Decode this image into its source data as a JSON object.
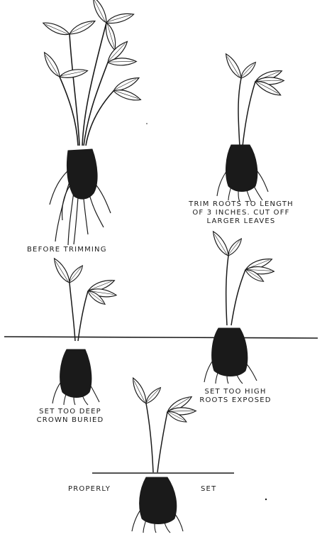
{
  "labels": {
    "before_trimming": "BEFORE TRIMMING",
    "trim_line1": "TRIM ROOTS TO LENGTH",
    "trim_line2": "OF 3 INCHES. CUT OFF",
    "trim_line3": "LARGER LEAVES",
    "too_deep_line1": "SET TOO DEEP",
    "too_deep_line2": "CROWN BURIED",
    "too_high_line1": "SET TOO HIGH",
    "too_high_line2": "ROOTS EXPOSED",
    "properly": "PROPERLY",
    "set": "SET"
  },
  "colors": {
    "ink": "#1a1a1a",
    "paper": "#ffffff"
  },
  "figures": [
    "untrimmed-seedling",
    "trimmed-seedling",
    "seedling-set-too-deep",
    "seedling-set-too-high",
    "seedling-properly-set"
  ]
}
